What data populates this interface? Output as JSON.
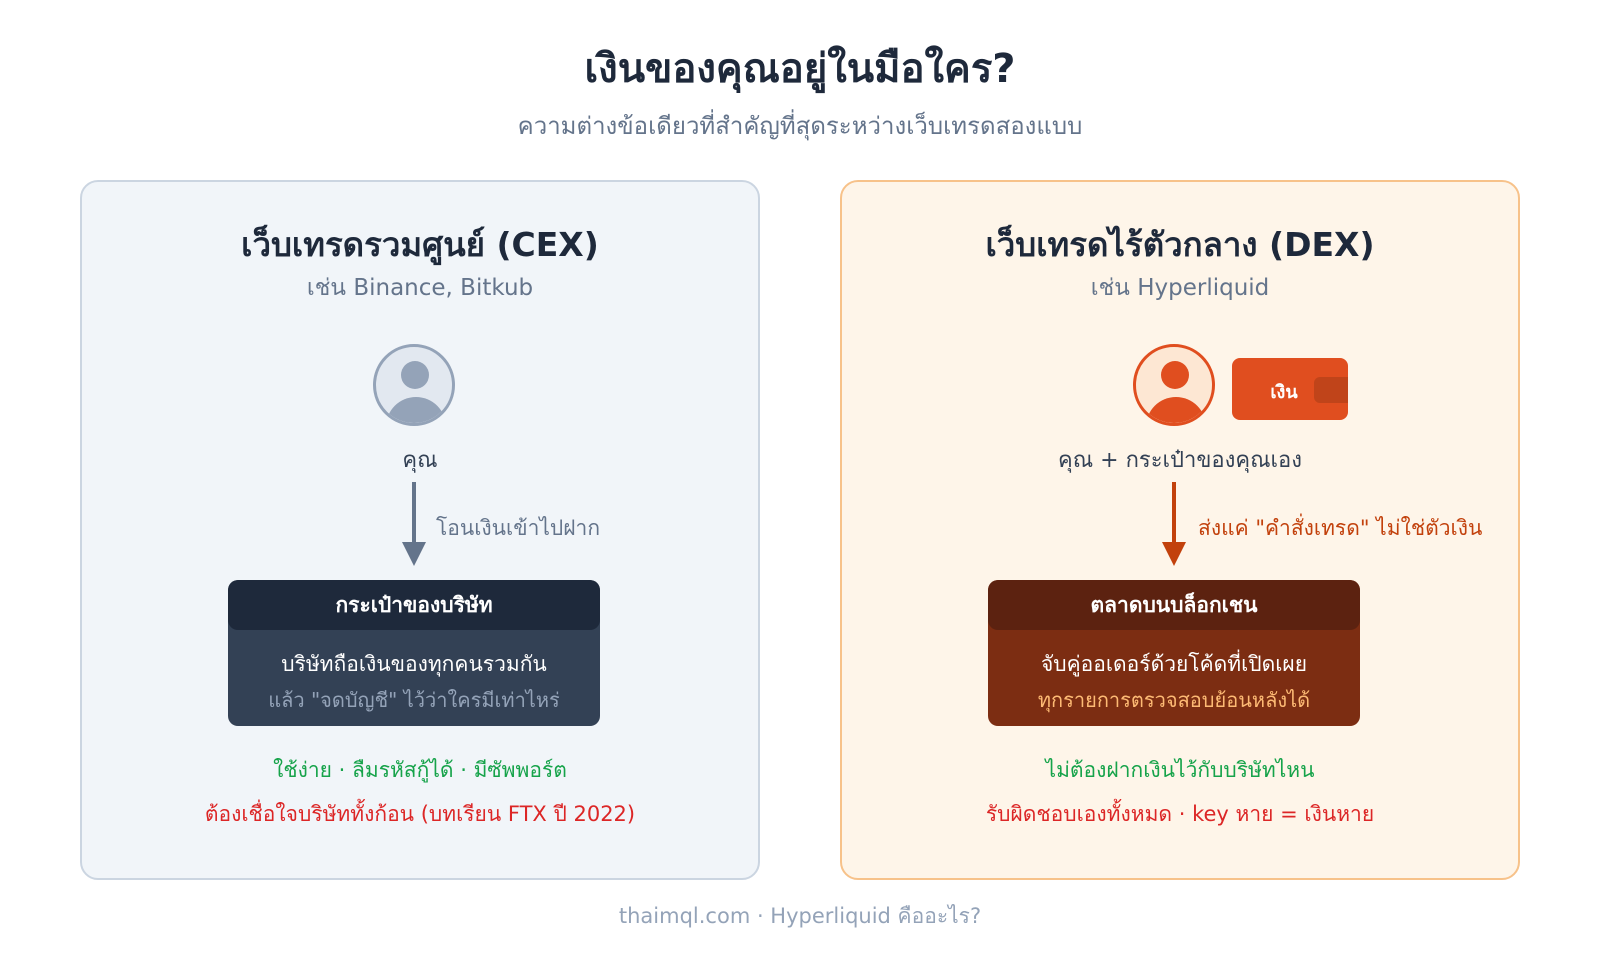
{
  "header": {
    "title": "เงินของคุณอยู่ในมือใคร?",
    "subtitle": "ความต่างข้อเดียวที่สำคัญที่สุดระหว่างเว็บเทรดสองแบบ"
  },
  "cex": {
    "title": "เว็บเทรดรวมศูนย์ (CEX)",
    "examples": "เช่น Binance, Bitkub",
    "who_label": "คุณ",
    "arrow_label": "โอนเงินเข้าไปฝาก",
    "box_title": "กระเป๋าของบริษัท",
    "box_line1": "บริษัทถือเงินของทุกคนรวมกัน",
    "box_line2": "แล้ว \"จดบัญชี\" ไว้ว่าใครมีเท่าไหร่",
    "pro": "ใช้ง่าย · ลืมรหัสกู้ได้ · มีซัพพอร์ต",
    "con": "ต้องเชื่อใจบริษัททั้งก้อน (บทเรียน FTX ปี 2022)"
  },
  "dex": {
    "title": "เว็บเทรดไร้ตัวกลาง (DEX)",
    "examples": "เช่น Hyperliquid",
    "wallet_label": "เงิน",
    "who_label": "คุณ + กระเป๋าของคุณเอง",
    "arrow_label": "ส่งแค่ \"คำสั่งเทรด\" ไม่ใช่ตัวเงิน",
    "box_title": "ตลาดบนบล็อกเชน",
    "box_line1": "จับคู่ออเดอร์ด้วยโค้ดที่เปิดเผย",
    "box_line2": "ทุกรายการตรวจสอบย้อนหลังได้",
    "pro": "ไม่ต้องฝากเงินไว้กับบริษัทไหน",
    "con": "รับผิดชอบเองทั้งหมด · key หาย = เงินหาย"
  },
  "footer": "thaimql.com · Hyperliquid คืออะไร?",
  "colors": {
    "dex_accent": "#e04e1f",
    "cex_accent": "#64748b",
    "pro_green": "#16a34a",
    "con_red": "#dc2626"
  }
}
